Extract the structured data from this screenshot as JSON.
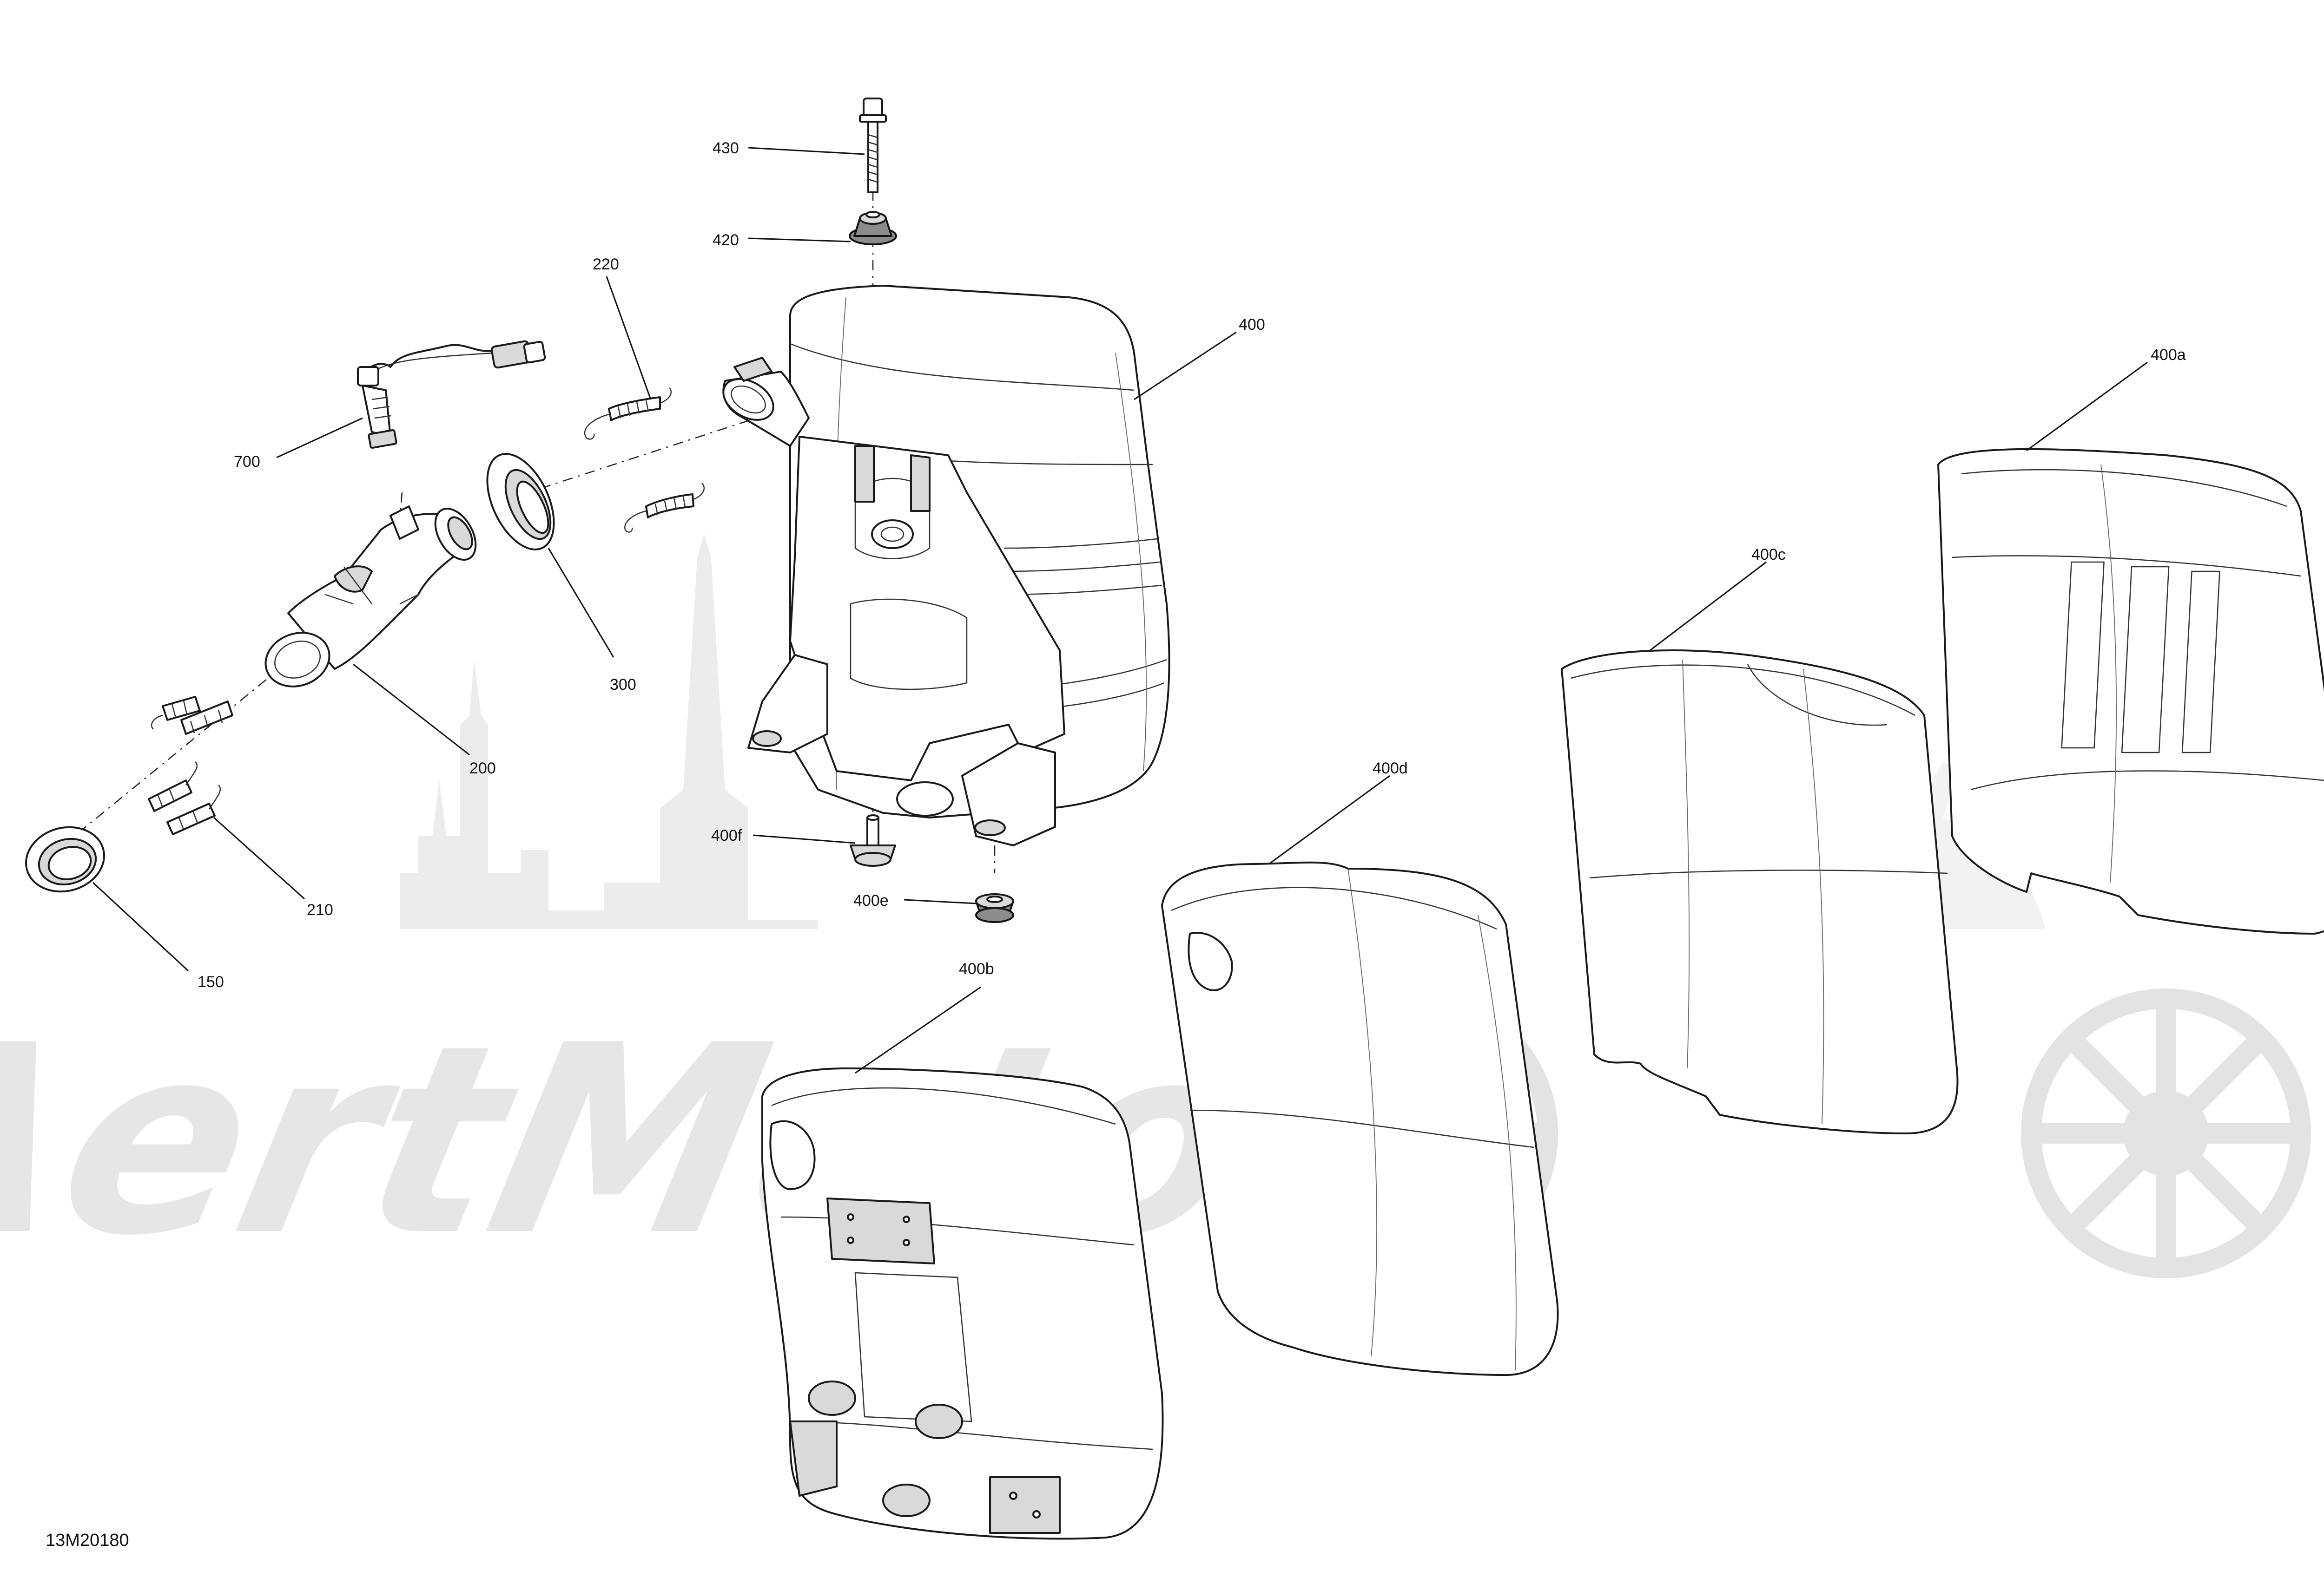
{
  "drawing_number": "13M20180",
  "watermark": {
    "text": "AertMoto",
    "color": "#e6e6e6"
  },
  "callouts": [
    {
      "id": "430",
      "label": "430"
    },
    {
      "id": "420",
      "label": "420"
    },
    {
      "id": "220",
      "label": "220"
    },
    {
      "id": "400",
      "label": "400"
    },
    {
      "id": "400a",
      "label": "400a"
    },
    {
      "id": "700",
      "label": "700"
    },
    {
      "id": "300",
      "label": "300"
    },
    {
      "id": "400c",
      "label": "400c"
    },
    {
      "id": "200",
      "label": "200"
    },
    {
      "id": "400d",
      "label": "400d"
    },
    {
      "id": "400f",
      "label": "400f"
    },
    {
      "id": "400e",
      "label": "400e"
    },
    {
      "id": "210",
      "label": "210"
    },
    {
      "id": "150",
      "label": "150"
    },
    {
      "id": "400b",
      "label": "400b"
    }
  ]
}
